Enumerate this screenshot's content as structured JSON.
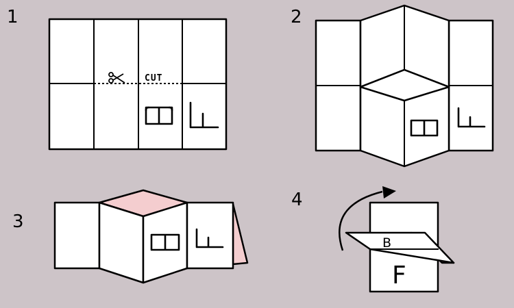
{
  "steps": [
    {
      "number": "1"
    },
    {
      "number": "2"
    },
    {
      "number": "3"
    },
    {
      "number": "4"
    }
  ],
  "labels": {
    "cut": "CUT",
    "step4_b": "B",
    "step4_f": "F"
  },
  "icons": {
    "scissors": "scissors-icon",
    "curved_arrow": "curved-arrow-icon",
    "letter_b": "letter-b-glyph",
    "letter_f": "letter-f-glyph"
  },
  "colors": {
    "background": "#cdc4c8",
    "paper": "#ffffff",
    "inside_fold": "#f4cdcf",
    "line": "#000000"
  }
}
